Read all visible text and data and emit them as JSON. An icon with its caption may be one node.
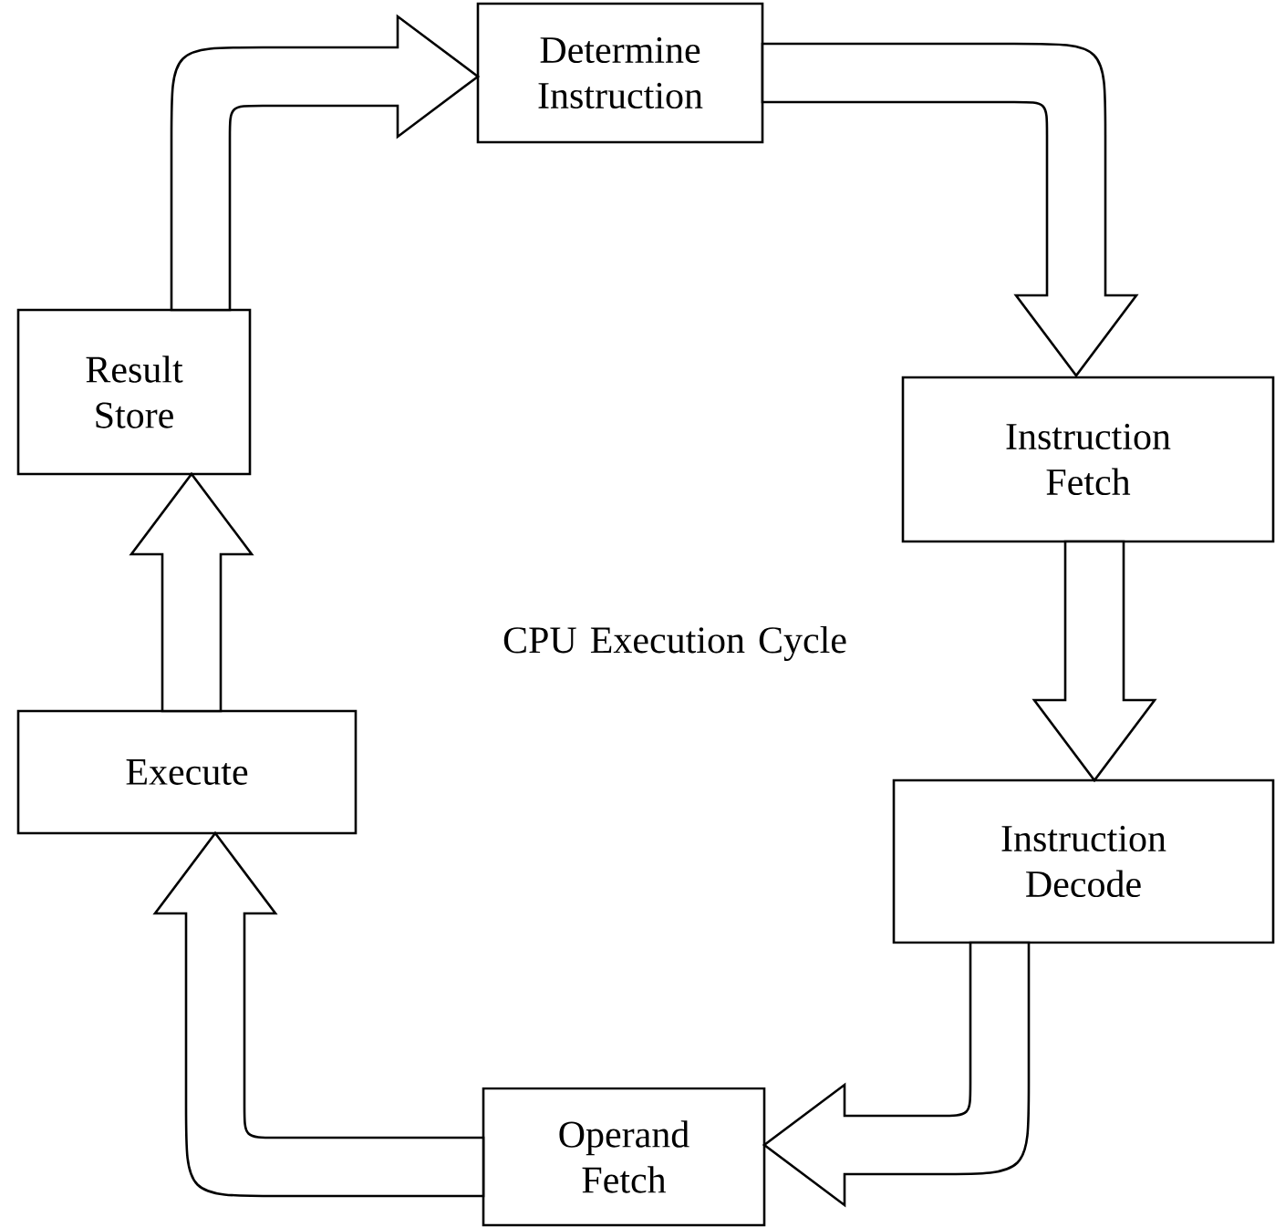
{
  "diagram": {
    "nodes": [
      {
        "text": [
          "Determine Instruction"
        ]
      },
      {
        "text": [
          "Instruction Fetch"
        ]
      },
      {
        "text": [
          "Instruction Decode"
        ]
      },
      {
        "text": [
          "Operand Fetch"
        ]
      },
      {
        "text": [
          "Execute"
        ]
      },
      {
        "text": [
          "Result Store"
        ]
      }
    ],
    "edges": [
      {
        "from": 0,
        "to": 1,
        "arrow": "to"
      },
      {
        "from": 1,
        "to": 2,
        "arrow": "to"
      },
      {
        "from": 2,
        "to": 3,
        "arrow": "to"
      },
      {
        "from": 3,
        "to": 4,
        "arrow": "to"
      },
      {
        "from": 4,
        "to": 5,
        "arrow": "to"
      },
      {
        "from": 5,
        "to": 0,
        "arrow": "to"
      }
    ],
    "labels": [
      "CPU Execution Cycle"
    ]
  }
}
